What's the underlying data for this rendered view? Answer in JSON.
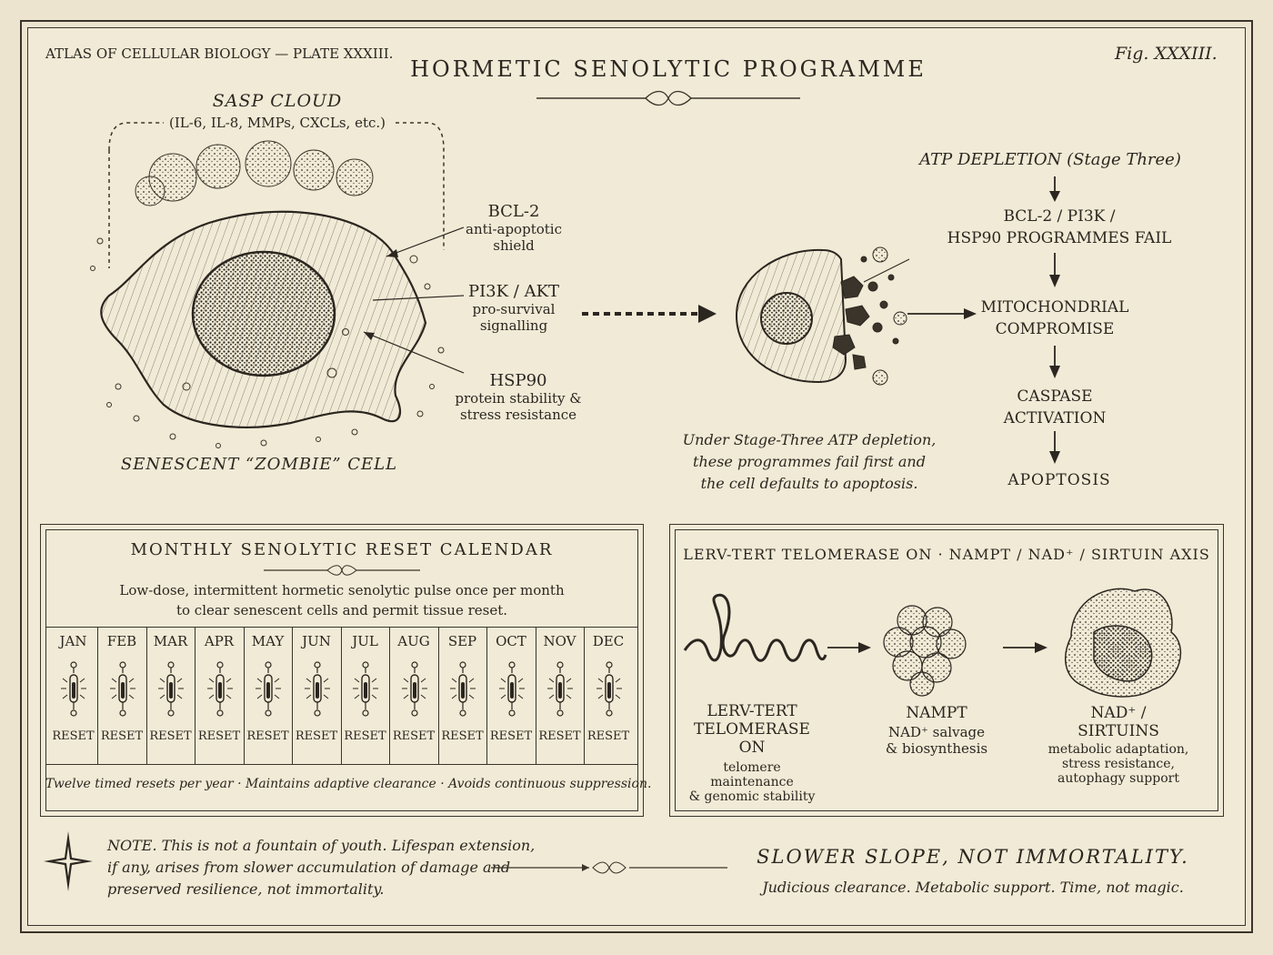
{
  "header": {
    "atlas": "ATLAS OF CELLULAR BIOLOGY — PLATE XXXIII.",
    "title": "HORMETIC SENOLYTIC PROGRAMME",
    "fig": "Fig. XXXIII."
  },
  "cell": {
    "sasp_title": "SASP CLOUD",
    "sasp_sub": "(IL-6, IL-8, MMPs, CXCLs, etc.)",
    "caption": "SENESCENT “ZOMBIE” CELL",
    "labels": [
      {
        "name": "BCL-2",
        "desc1": "anti-apoptotic",
        "desc2": "shield"
      },
      {
        "name": "PI3K / AKT",
        "desc1": "pro-survival",
        "desc2": "signalling"
      },
      {
        "name": "HSP90",
        "desc1": "protein stability &",
        "desc2": "stress resistance"
      }
    ]
  },
  "dying_cell": {
    "caption_lines": [
      "Under Stage-Three ATP depletion,",
      "these programmes fail first and",
      "the cell defaults to apoptosis."
    ]
  },
  "cascade": {
    "head": "ATP DEPLETION (Stage Three)",
    "step1": [
      "BCL-2 / PI3K /",
      "HSP90 PROGRAMMES FAIL"
    ],
    "step2": [
      "MITOCHONDRIAL",
      "COMPROMISE"
    ],
    "step3": [
      "CASPASE",
      "ACTIVATION"
    ],
    "step4": "APOPTOSIS"
  },
  "calendar": {
    "title": "MONTHLY SENOLYTIC RESET CALENDAR",
    "desc1": "Low-dose, intermittent hormetic senolytic pulse once per month",
    "desc2": "to clear senescent cells and permit tissue reset.",
    "months": [
      "JAN",
      "FEB",
      "MAR",
      "APR",
      "MAY",
      "JUN",
      "JUL",
      "AUG",
      "SEP",
      "OCT",
      "NOV",
      "DEC"
    ],
    "reset_label": "RESET",
    "footer": "Twelve timed resets per year · Maintains adaptive clearance · Avoids continuous suppression."
  },
  "axis": {
    "title": "LERV-TERT TELOMERASE ON · NAMPT / NAD⁺ / SIRTUIN AXIS",
    "items": [
      {
        "name1": "LERV-TERT",
        "name2": "TELOMERASE ON",
        "desc": [
          "telomere maintenance",
          "& genomic stability"
        ]
      },
      {
        "name1": "NAMPT",
        "name2": "",
        "desc": [
          "NAD⁺ salvage",
          "& biosynthesis"
        ]
      },
      {
        "name1": "NAD⁺ /",
        "name2": "SIRTUINS",
        "desc": [
          "metabolic adaptation,",
          "stress resistance,",
          "autophagy support"
        ]
      }
    ]
  },
  "note": {
    "lines": [
      "NOTE. This is not a fountain of youth. Lifespan extension,",
      "if any, arises from slower accumulation of damage and",
      "preserved resilience, not immortality."
    ]
  },
  "closing": {
    "headline": "SLOWER SLOPE, NOT IMMORTALITY.",
    "sub": "Judicious clearance. Metabolic support. Time, not magic."
  },
  "colors": {
    "paper": "#f1ead6",
    "ink": "#2b2620"
  }
}
